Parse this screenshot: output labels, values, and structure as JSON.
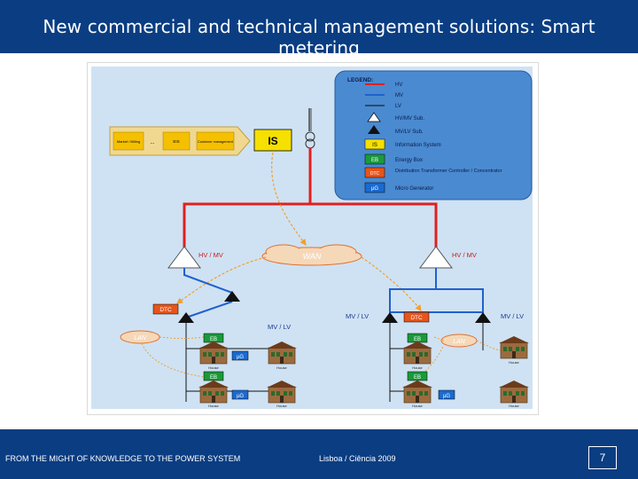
{
  "slide": {
    "title": "New commercial and technical management solutions: Smart metering",
    "footer_left": "FROM THE MIGHT OF KNOWLEDGE TO THE POWER SYSTEM",
    "footer_center": "Lisboa / Ciência 2009",
    "page_number": "7"
  },
  "diagram": {
    "legend": {
      "title": "LEGEND:",
      "items": [
        {
          "label": "HV",
          "color": "#e02020"
        },
        {
          "label": "MV",
          "color": "#2060d0"
        },
        {
          "label": "LV",
          "color": "#202020"
        },
        {
          "label": "HV/MV Sub.",
          "symbol": "triangle-white-icon"
        },
        {
          "label": "MV/LV Sub.",
          "symbol": "triangle-black-icon"
        },
        {
          "label": "Information System",
          "symbol": "IS"
        },
        {
          "label": "Energy Box",
          "symbol": "EB"
        },
        {
          "label": "Distribution Transformer Controller / Concentrator",
          "symbol": "DTC"
        },
        {
          "label": "Micro Generator",
          "symbol": "µG"
        }
      ]
    },
    "is_label": "IS",
    "chain_labels": [
      "Market / Billing",
      "...",
      "EIS",
      "Customer management"
    ],
    "wan_label": "WAN",
    "lan_labels": [
      "LAN",
      "LAN"
    ],
    "sub_labels": [
      "HV / MV",
      "HV / MV"
    ],
    "mvlv_labels": [
      "MV / LV",
      "MV / LV",
      "MV / LV"
    ],
    "dtc_labels": [
      "DTC",
      "DTC"
    ],
    "eb_label": "EB",
    "ug_label": "µG",
    "house_label": "House"
  }
}
